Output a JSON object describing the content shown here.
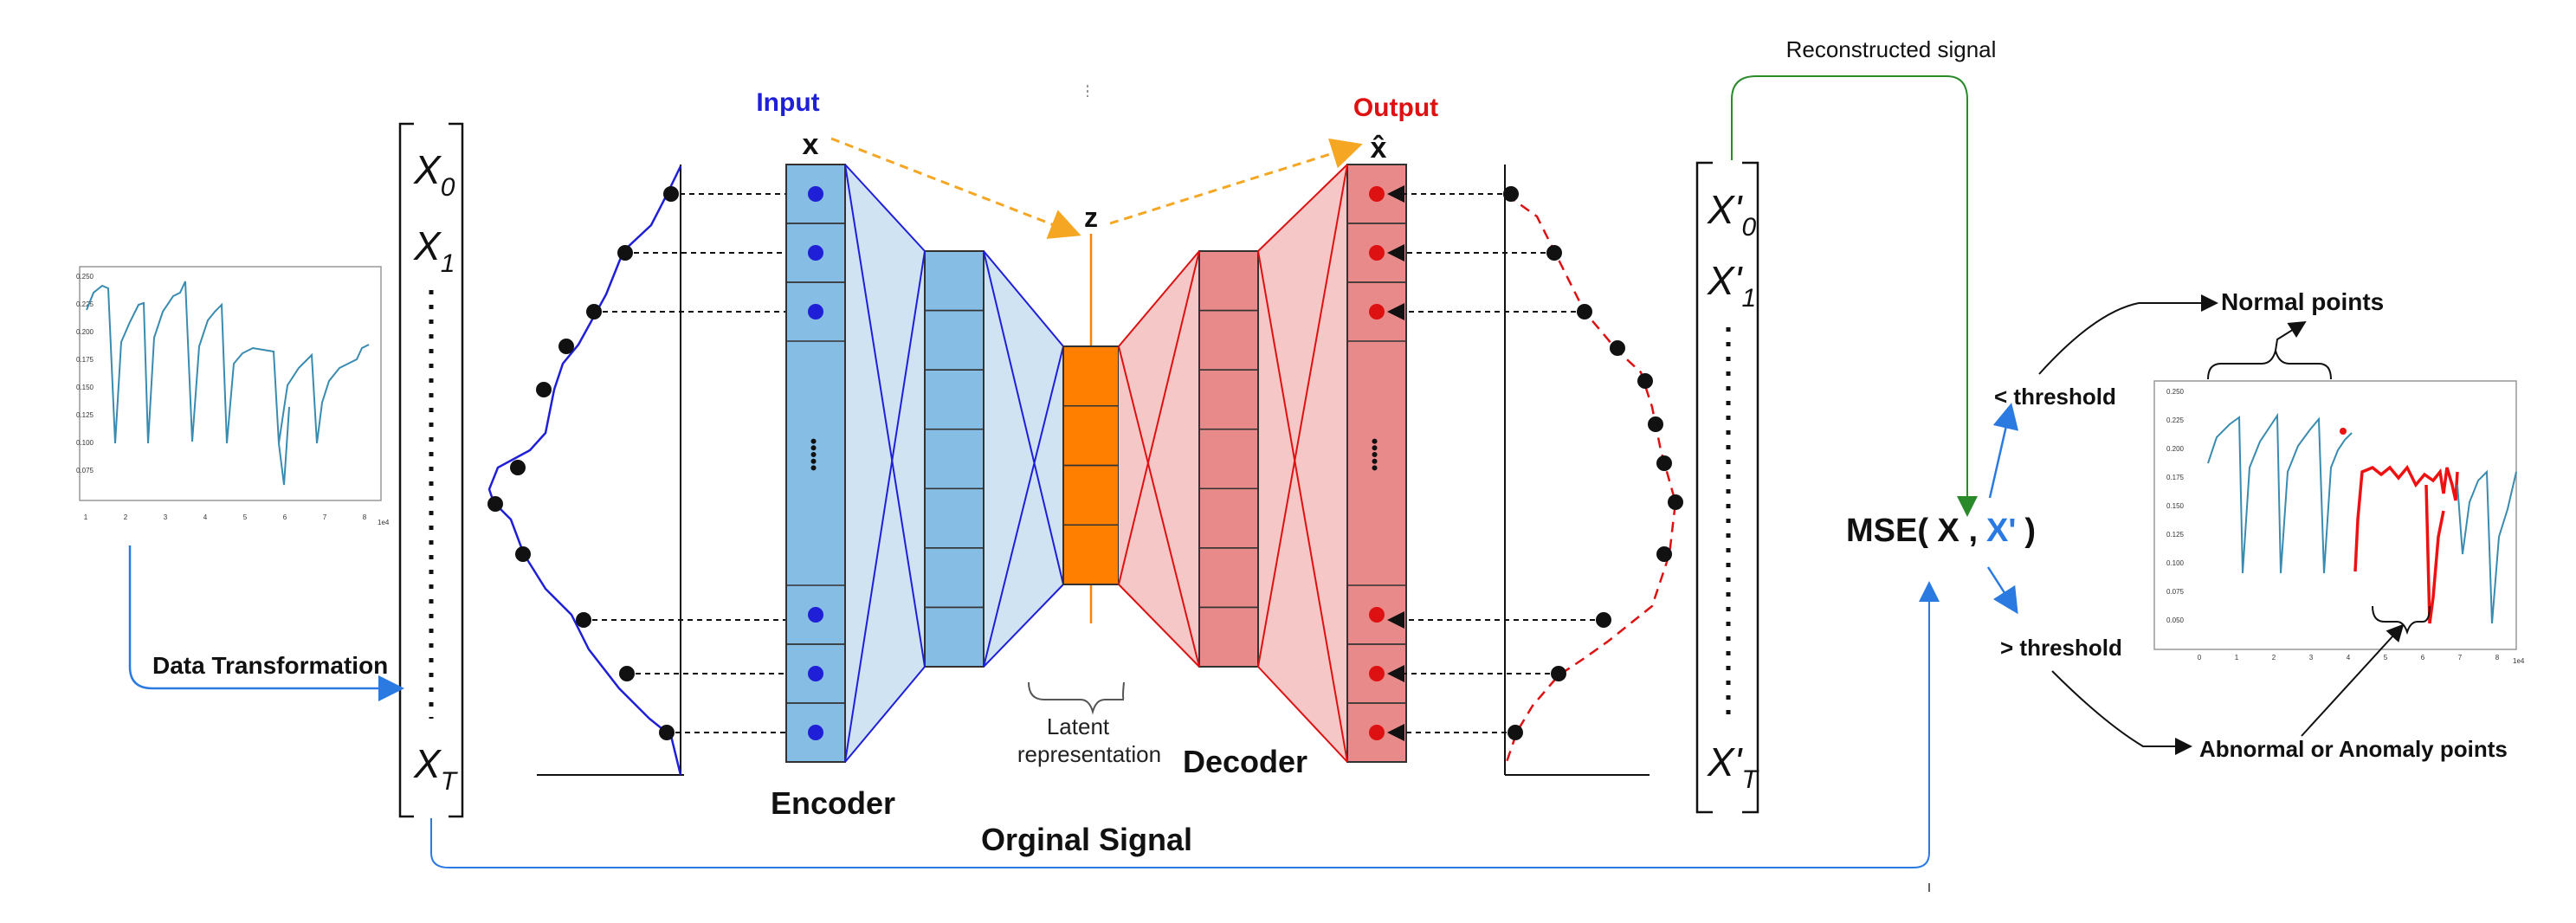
{
  "labels": {
    "input": "Input",
    "output": "Output",
    "x": "x",
    "x_hat": "x̂",
    "z": "z",
    "encoder": "Encoder",
    "decoder": "Decoder",
    "latent_line1": "Latent",
    "latent_line2": "representation",
    "original_signal": "Orginal Signal",
    "reconstructed_signal": "Reconstructed signal",
    "data_transformation": "Data Transformation",
    "mse_prefix": "MSE( X ,",
    "mse_xprime": "X'",
    "mse_suffix": ")",
    "less_threshold": "< threshold",
    "greater_threshold": "> threshold",
    "normal_points": "Normal points",
    "abnormal_points": "Abnormal or Anomaly points",
    "dots": "•••••"
  },
  "input_vector": {
    "top1_base": "X",
    "top1_sub": "0",
    "top2_base": "X",
    "top2_sub": "1",
    "bottom_base": "X",
    "bottom_sub": "T"
  },
  "output_vector": {
    "top1_base": "X'",
    "top1_sub": "0",
    "top2_base": "X'",
    "top2_sub": "1",
    "bottom_base": "X'",
    "bottom_sub": "T"
  },
  "colors": {
    "input_blue": "#1f1fd8",
    "output_red": "#dd1111",
    "encoder_fill": "#86bde4",
    "encoder_light": "#cfe3f3",
    "decoder_fill": "#e98a8a",
    "decoder_light": "#f6c7c7",
    "latent_orange": "#ff8000",
    "arrow_orange": "#f5a623",
    "signal_blue": "#3a8bb0",
    "anomaly_red": "#ee1111",
    "flow_blue": "#2a7ae2",
    "green": "#2a8a2a"
  },
  "left_chart": {
    "y_ticks": [
      "0.250",
      "0.225",
      "0.200",
      "0.175",
      "0.150",
      "0.125",
      "0.100",
      "0.075"
    ],
    "x_ticks": [
      "1",
      "2",
      "3",
      "4",
      "5",
      "6",
      "7",
      "8"
    ],
    "x_exp": "1e4"
  },
  "right_chart": {
    "y_ticks": [
      "0.250",
      "0.225",
      "0.200",
      "0.175",
      "0.150",
      "0.125",
      "0.100",
      "0.075",
      "0.050"
    ],
    "x_ticks": [
      "0",
      "1",
      "2",
      "3",
      "4",
      "5",
      "6",
      "7",
      "8"
    ],
    "x_exp": "1e4"
  }
}
